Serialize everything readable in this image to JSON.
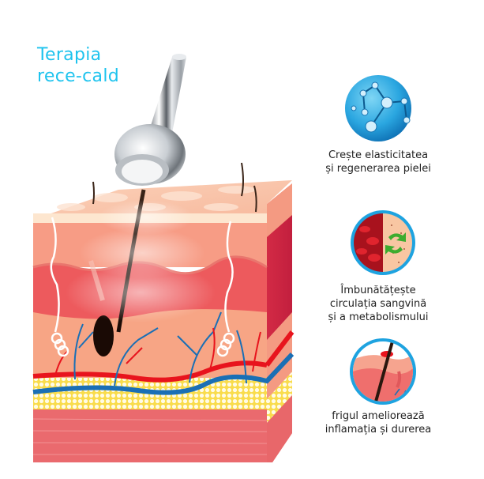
{
  "title": {
    "line1": "Terapia",
    "line2": "rece-cald",
    "color": "#1ec3ee"
  },
  "illustration": {
    "subject": "skin-cross-section-with-cold-hot-therapy-wand",
    "layers": [
      "epidermis",
      "dermis",
      "blood-vessels",
      "subcutaneous-fat",
      "muscle"
    ],
    "colors": {
      "epidermis": "#f9c3a6",
      "dermis": "#f48f7f",
      "deep_dermis": "#e84b55",
      "artery": "#e8141d",
      "vein": "#1a6fb5",
      "fat": "#fbe26a",
      "muscle": "#ea6a6e"
    }
  },
  "benefits": [
    {
      "icon": "molecule-icon",
      "lines": [
        "Crește elasticitatea",
        "și regenerarea pielei"
      ]
    },
    {
      "icon": "blood-circulation-icon",
      "lines": [
        "Îmbunătățește",
        "circulația sangvină",
        "și a metabolismului"
      ]
    },
    {
      "icon": "skin-inflammation-icon",
      "lines": [
        "frigul ameliorează",
        "inflamația și durerea"
      ]
    }
  ]
}
